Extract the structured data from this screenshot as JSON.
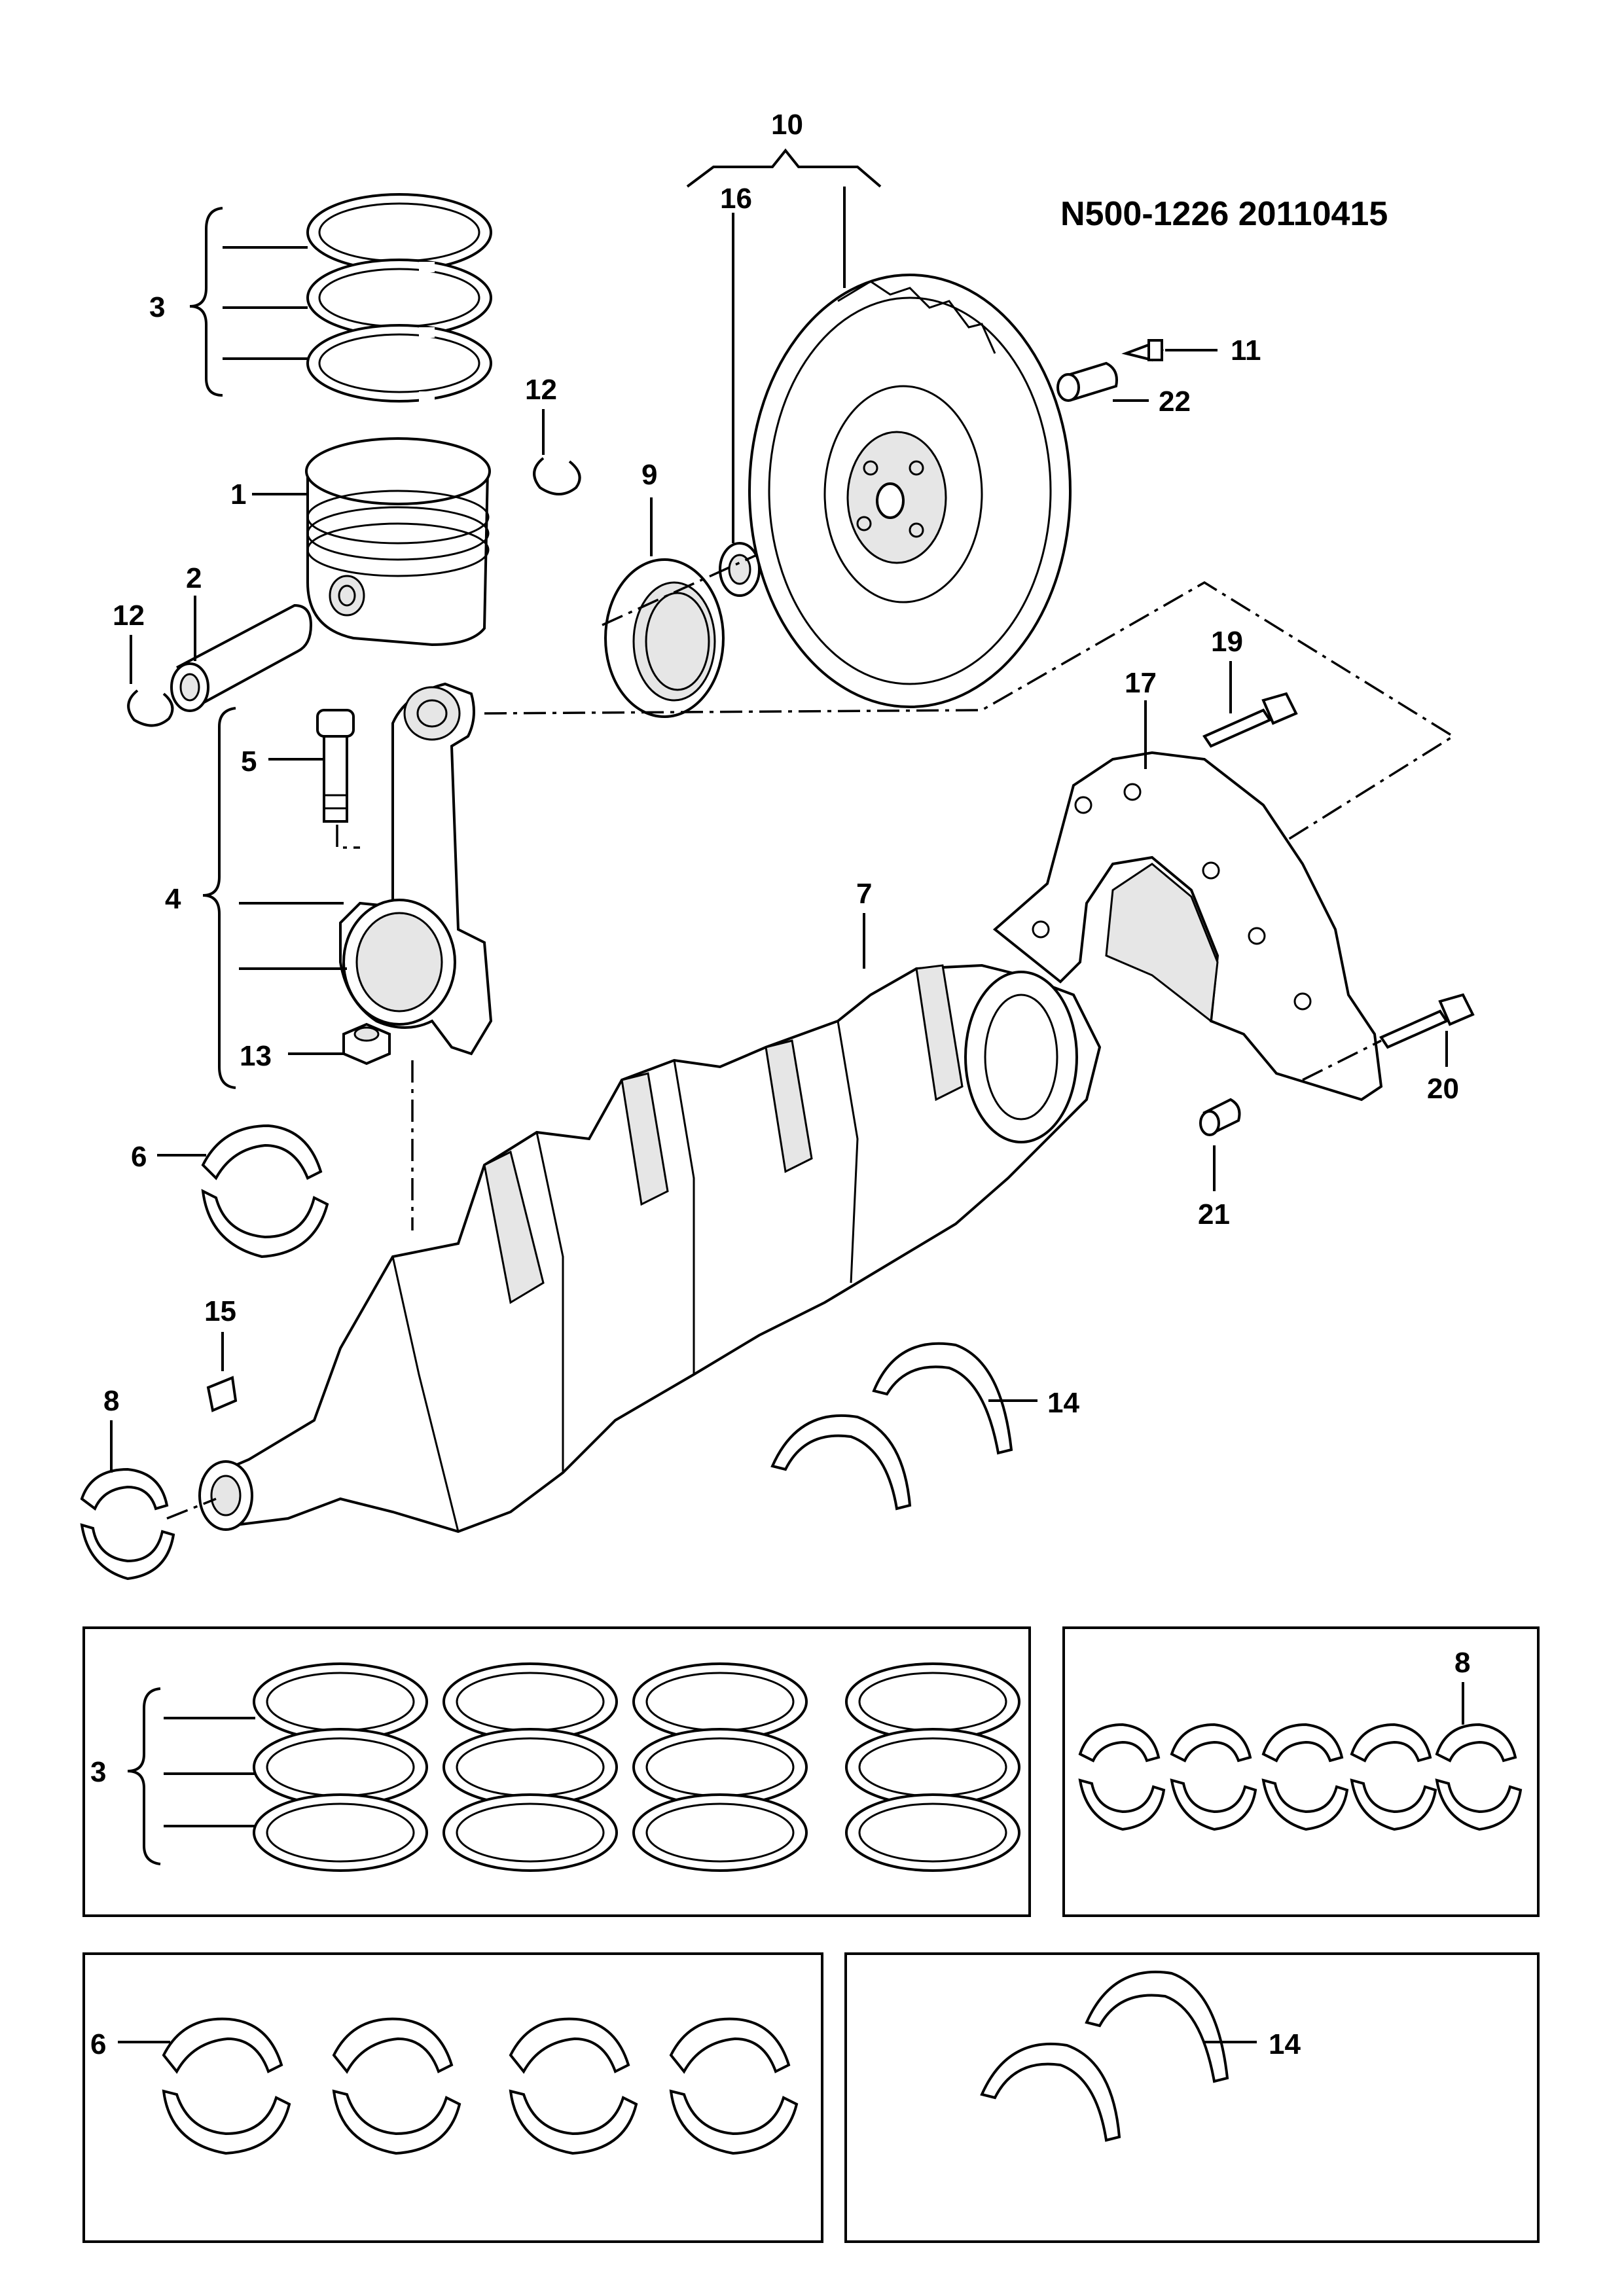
{
  "document_id": "N500-1226  20110415",
  "callouts": {
    "piston": "1",
    "piston_pin": "2",
    "piston_rings": "3",
    "connecting_rod": "4",
    "rod_bolt": "5",
    "rod_bearing": "6",
    "crankshaft": "7",
    "main_bearing": "8",
    "oil_seal_rear": "9",
    "flywheel": "10",
    "flywheel_bolt": "11",
    "snap_ring": "12",
    "rod_nut": "13",
    "thrust_washer": "14",
    "woodruff_key": "15",
    "pilot_bearing": "16",
    "seal_retainer": "17",
    "retainer_bolt_19": "19",
    "retainer_bolt_20": "20",
    "dowel_pin_21": "21",
    "dowel_pin_22": "22"
  },
  "icons": {
    "piston": "piston-icon",
    "flywheel": "flywheel-icon",
    "crankshaft": "crankshaft-icon",
    "bearing": "bearing-shell-icon",
    "ring": "piston-ring-icon",
    "seal": "oil-seal-icon",
    "bolt": "bolt-icon",
    "thrust": "thrust-washer-icon"
  }
}
